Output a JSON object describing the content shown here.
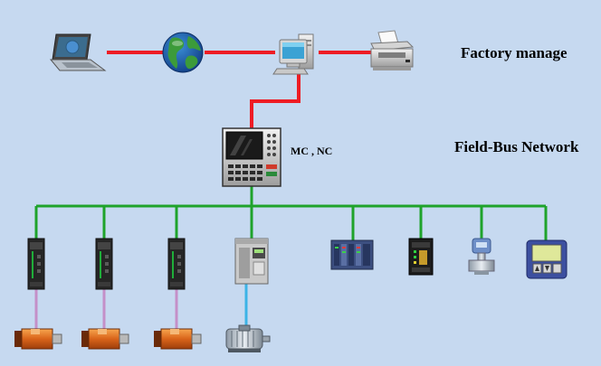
{
  "labels": {
    "factory": "Factory manage",
    "fieldbus": "Field-Bus  Network",
    "controller": "MC , NC"
  },
  "colors": {
    "background": "#c6d9f0",
    "factory_link": "#ee1c24",
    "fieldbus_link": "#1fa32b",
    "motor_cable": "#c490c8",
    "vfd_cable": "#3cb4e6"
  },
  "icons": {
    "factory_row": [
      "laptop-icon",
      "globe-icon",
      "desktop-computer-icon",
      "printer-icon"
    ],
    "controller": "hmi-controller-icon",
    "field_devices": [
      "servo-drive-icon",
      "servo-drive-icon",
      "servo-drive-icon",
      "frequency-inverter-icon",
      "plc-rack-icon",
      "io-module-icon",
      "flow-transmitter-icon",
      "operator-panel-icon"
    ],
    "actuators": [
      "servo-motor-icon",
      "servo-motor-icon",
      "servo-motor-icon",
      "induction-motor-icon"
    ]
  }
}
